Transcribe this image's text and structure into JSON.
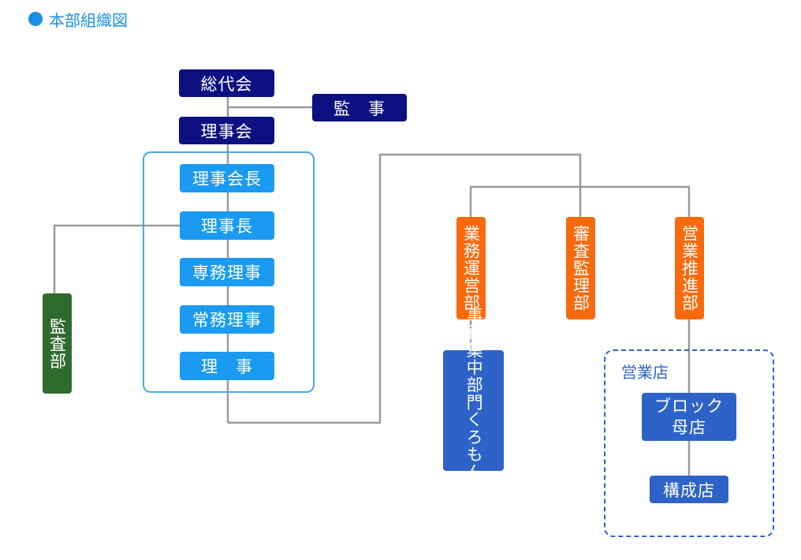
{
  "title": "本部組織図",
  "colors": {
    "title_dot": "#1a8fe3",
    "navy": "#0d1080",
    "light": "#1a9af0",
    "green": "#2f6b2e",
    "orange": "#f76a0d",
    "blue": "#2d63c8",
    "line": "#9a9a9a"
  },
  "nodes": {
    "soudaikai": "総代会",
    "kanji": "監　事",
    "rijikai": "理事会",
    "rijikaicho": "理事会長",
    "rijicho": "理事長",
    "senmu": "専務理事",
    "joumu": "常務理事",
    "riji": "理　事",
    "kansabu": "監査部",
    "gyomu_unei": "業務運営部",
    "shinsa_kanri": "審査監理部",
    "eigyo_suishin": "営業推進部",
    "jimu_shuchu": "事務集中部門",
    "kuromon": "くろもん支店",
    "eigyoten": "営業店",
    "block_1": "ブロック",
    "block_2": "母店",
    "kouseiten": "構成店"
  }
}
